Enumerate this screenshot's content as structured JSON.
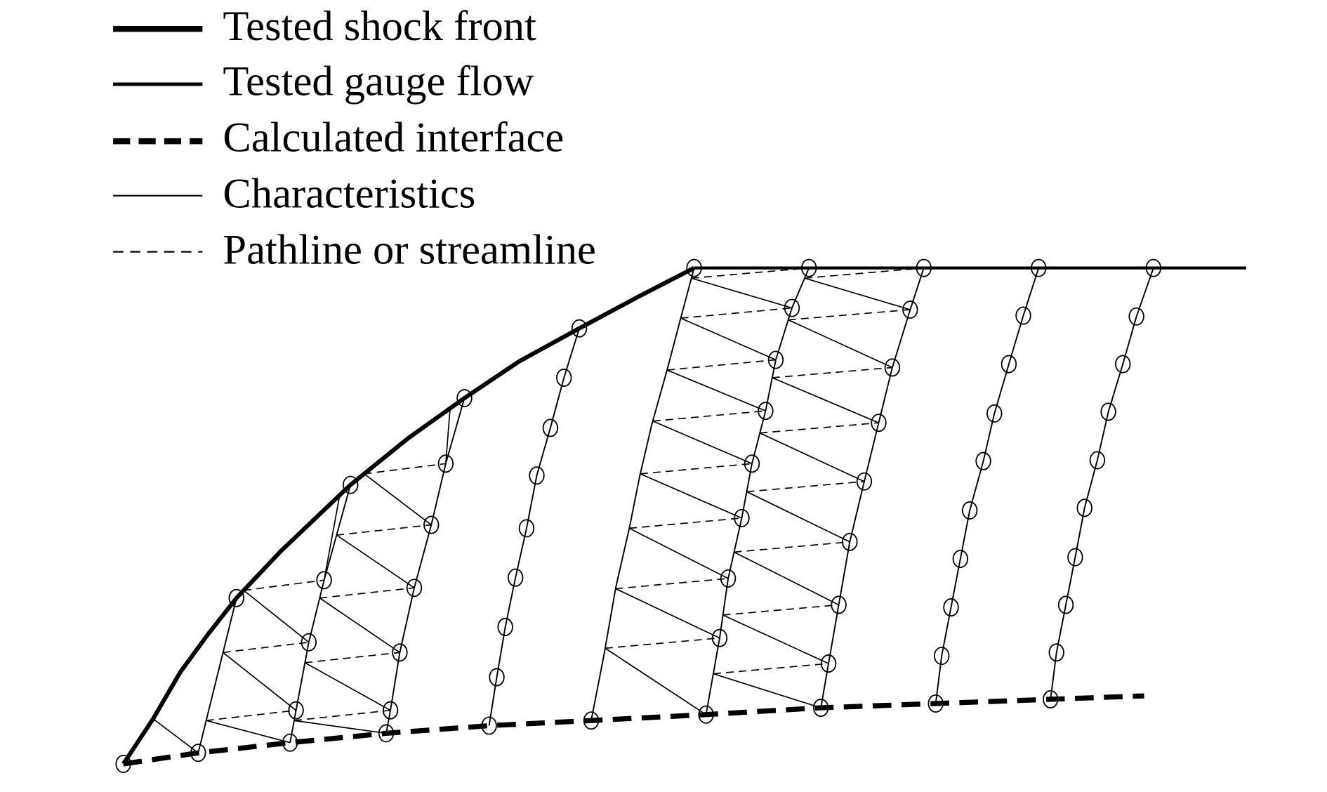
{
  "legend": [
    {
      "label": "Tested shock front",
      "style": "thick-solid"
    },
    {
      "label": "Tested gauge flow",
      "style": "medium-solid"
    },
    {
      "label": "Calculated interface",
      "style": "thick-dashed"
    },
    {
      "label": "Characteristics",
      "style": "thin-solid"
    },
    {
      "label": "Pathline or streamline",
      "style": "thin-dashed"
    }
  ],
  "colors": {
    "ink": "#000000",
    "background": "#ffffff"
  }
}
